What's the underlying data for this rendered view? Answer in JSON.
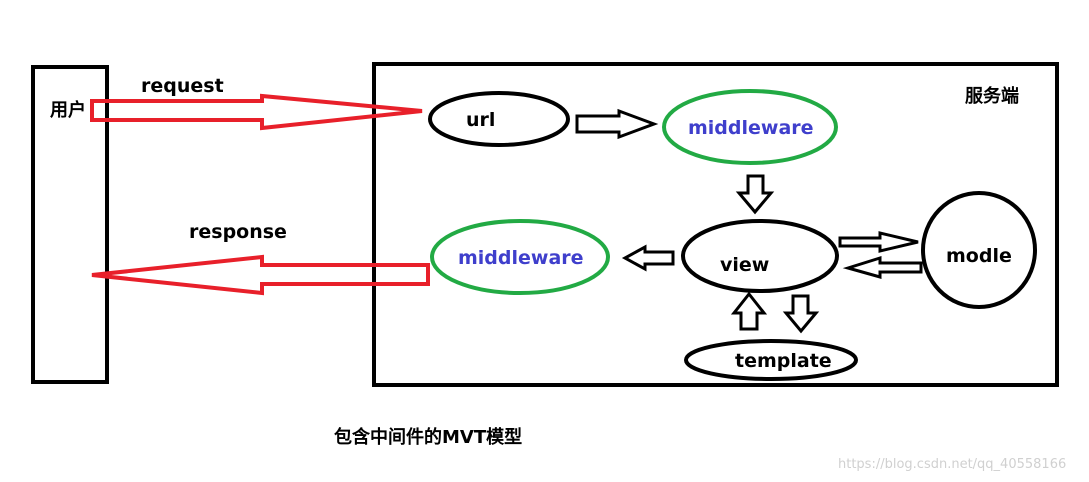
{
  "user_label": "用户",
  "server_label": "服务端",
  "request_label": "request",
  "response_label": "response",
  "nodes": {
    "url": "url",
    "middleware_in": "middleware",
    "view": "view",
    "middleware_out": "middleware",
    "modle": "modle",
    "template": "template"
  },
  "caption": "包含中间件的MVT模型",
  "watermark": "https://blog.csdn.net/qq_40558166",
  "colors": {
    "request_arrow": "#e8202a",
    "middleware_border": "#22aa44",
    "middleware_text": "#3f3fcc",
    "outline": "#000000"
  }
}
